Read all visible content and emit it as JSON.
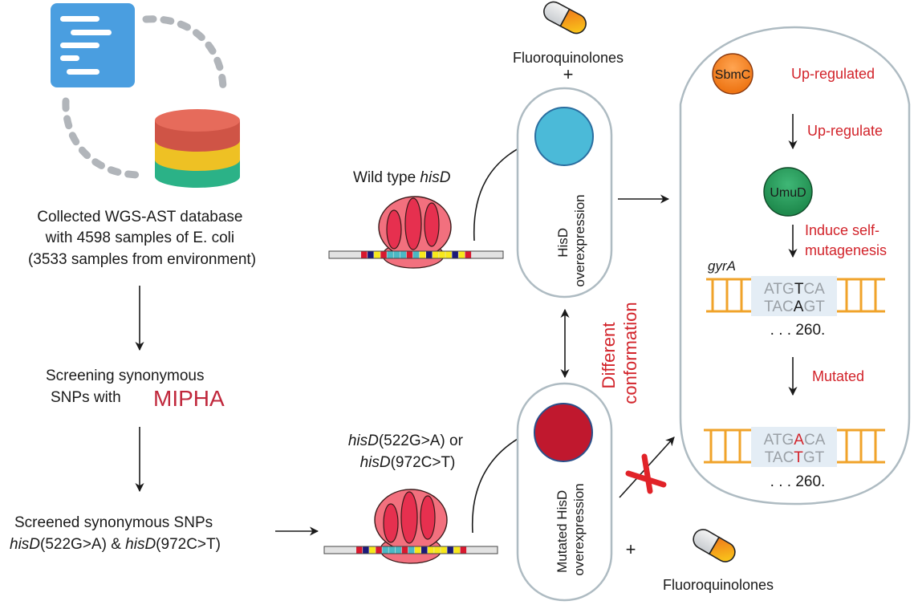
{
  "colors": {
    "accent_red": "#d2232a",
    "mipha": "#c0283c",
    "doc_blue": "#4a9ee0",
    "db_red": "#d95a4c",
    "db_yellow": "#eec124",
    "db_green": "#2bb287",
    "hisd_wild": "#4bbad8",
    "hisd_mut": "#c0182e",
    "sbmc": "#f07e1c",
    "umud": "#2a9a5b",
    "dna_orange": "#f0a32a",
    "cell_border": "#aebbc2",
    "ribosome": "#f2707e",
    "ribosome_inner": "#e6304f"
  },
  "left_column": {
    "database_text": [
      "Collected WGS-AST database",
      "with 4598 samples of E. coli",
      "(3533 samples from environment)"
    ],
    "screening_text": [
      "Screening synonymous",
      "SNPs with"
    ],
    "tool_name": "MIPHA",
    "screened_text": [
      "Screened synonymous SNPs"
    ],
    "screened_line2": {
      "gene1": "hisD",
      "mut1": "(522G>A) & ",
      "gene2": "hisD",
      "mut2": "(972C>T)"
    }
  },
  "middle": {
    "wild_label": {
      "prefix": "Wild type ",
      "gene": "hisD"
    },
    "mutant_label": {
      "gene1": "hisD",
      "mut1": "(522G>A) or",
      "gene2": "hisD",
      "mut2": "(972C>T)"
    },
    "mrna_codons": [
      "red",
      "navy",
      "yellow",
      "red",
      "teal",
      "teal",
      "teal",
      "red",
      "teal",
      "yellow",
      "navy",
      "yellow",
      "yellow",
      "yellow",
      "navy",
      "yellow",
      "red"
    ],
    "codon_colors": {
      "red": "#d9182e",
      "navy": "#1c1a78",
      "yellow": "#f7e81b",
      "teal": "#4bb8c4"
    }
  },
  "cells": {
    "wild_cell_text": [
      "HisD",
      "overexpression"
    ],
    "mutant_cell_text": [
      "Mutated HisD",
      "overexpression"
    ],
    "drug_top": "Fluoroquinolones",
    "drug_bottom": "Fluoroquinolones",
    "plus": "+",
    "conformation_text": [
      "Different",
      "conformation"
    ]
  },
  "pathway": {
    "sbmc": "SbmC",
    "sbmc_state": "Up-regulated",
    "step1": "Up-regulate",
    "umud": "UmuD",
    "step2": [
      "Induce self-",
      "mutagenesis"
    ],
    "gene": "gyrA",
    "wild_seq": {
      "top": [
        "ATG",
        "T",
        "CA"
      ],
      "bottom": [
        "TAC",
        "A",
        "GT"
      ]
    },
    "position": ". . . 260.",
    "step3": "Mutated",
    "mut_seq": {
      "top": [
        "ATG",
        "A",
        "CA"
      ],
      "bottom": [
        "TAC",
        "T",
        "GT"
      ]
    },
    "position2": ". . . 260."
  }
}
